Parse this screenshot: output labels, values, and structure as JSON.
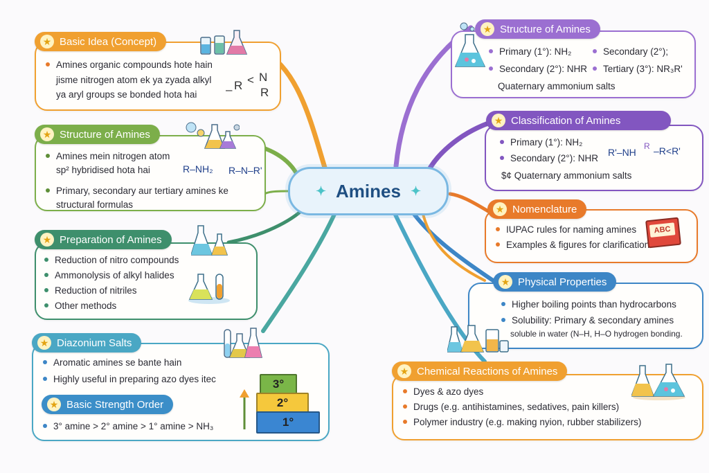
{
  "center": {
    "title": "Amines"
  },
  "basic_idea": {
    "title": "Basic Idea (Concept)",
    "items": [
      "Amines organic compounds hote hain",
      "jisme nitrogen atom ek ya zyada alkyl",
      "ya aryl groups se bonded hota hai"
    ],
    "formula": {
      "r": "R",
      "lt": "<",
      "n": "N",
      "r2": "R"
    }
  },
  "structure_left": {
    "title": "Structure of Amines",
    "items": [
      "Amines mein nitrogen atom",
      "sp² hybridised hota hai",
      "Primary, secondary aur tertiary amines ke",
      "structural formulas"
    ],
    "formula1": "R–NH₂",
    "formula2": "R–N–R'"
  },
  "preparation": {
    "title": "Preparation of Amines",
    "items": [
      "Reduction of nitro compounds",
      "Ammonolysis of alkyl halides",
      "Reduction of nitriles",
      "Other methods"
    ]
  },
  "diazonium": {
    "title": "Diazonium Salts",
    "items": [
      "Aromatic amines se bante hain",
      "Highly useful in preparing azo dyes itec"
    ]
  },
  "basic_strength": {
    "title": "Basic Strength Order",
    "order": "3° amine > 2° amine > 1° amine > NH₃",
    "steps": [
      "3°",
      "2°",
      "1°"
    ]
  },
  "structure_right": {
    "title": "Structure of Amines",
    "items": [
      "Primary (1°): NH₂",
      "Secondary (2°);",
      "Secondary (2°): NHR",
      "Tertiary (3°): NR₃R'",
      "Quaternary ammonium salts"
    ]
  },
  "classification": {
    "title": "Classification of Amines",
    "items": [
      "Primary (1°): NH₂",
      "Secondary (2°): NHR",
      "$¢ Quaternary ammonium salts"
    ],
    "formula1": "R'–NH",
    "formula2": "R",
    "formula3": "–R<R'"
  },
  "nomenclature": {
    "title": "Nomenclature",
    "items": [
      "IUPAC rules for naming amines",
      "Examples & figures for clarification"
    ],
    "book_label": "ABC"
  },
  "physical": {
    "title": "Physical Properties",
    "items": [
      "Higher boiling points than hydrocarbons",
      "Solubility: Primary & secondary amines",
      "soluble in water (N–H, H–O hydrogen bonding."
    ]
  },
  "reactions": {
    "title": "Chemical Reactions of Amines",
    "items": [
      "Dyes & azo dyes",
      "Drugs (e.g. antihistamines, sedatives, pain killers)",
      "Polymer industry (e.g. making nyion, rubber stabilizers)"
    ]
  },
  "colors": {
    "orange": "#f0a030",
    "green": "#7cae4a",
    "teal": "#3e8f6c",
    "blue": "#3d86c6",
    "purple": "#9b6fd1",
    "deep_orange": "#e87a2a",
    "center_blue": "#7ab8e2"
  }
}
